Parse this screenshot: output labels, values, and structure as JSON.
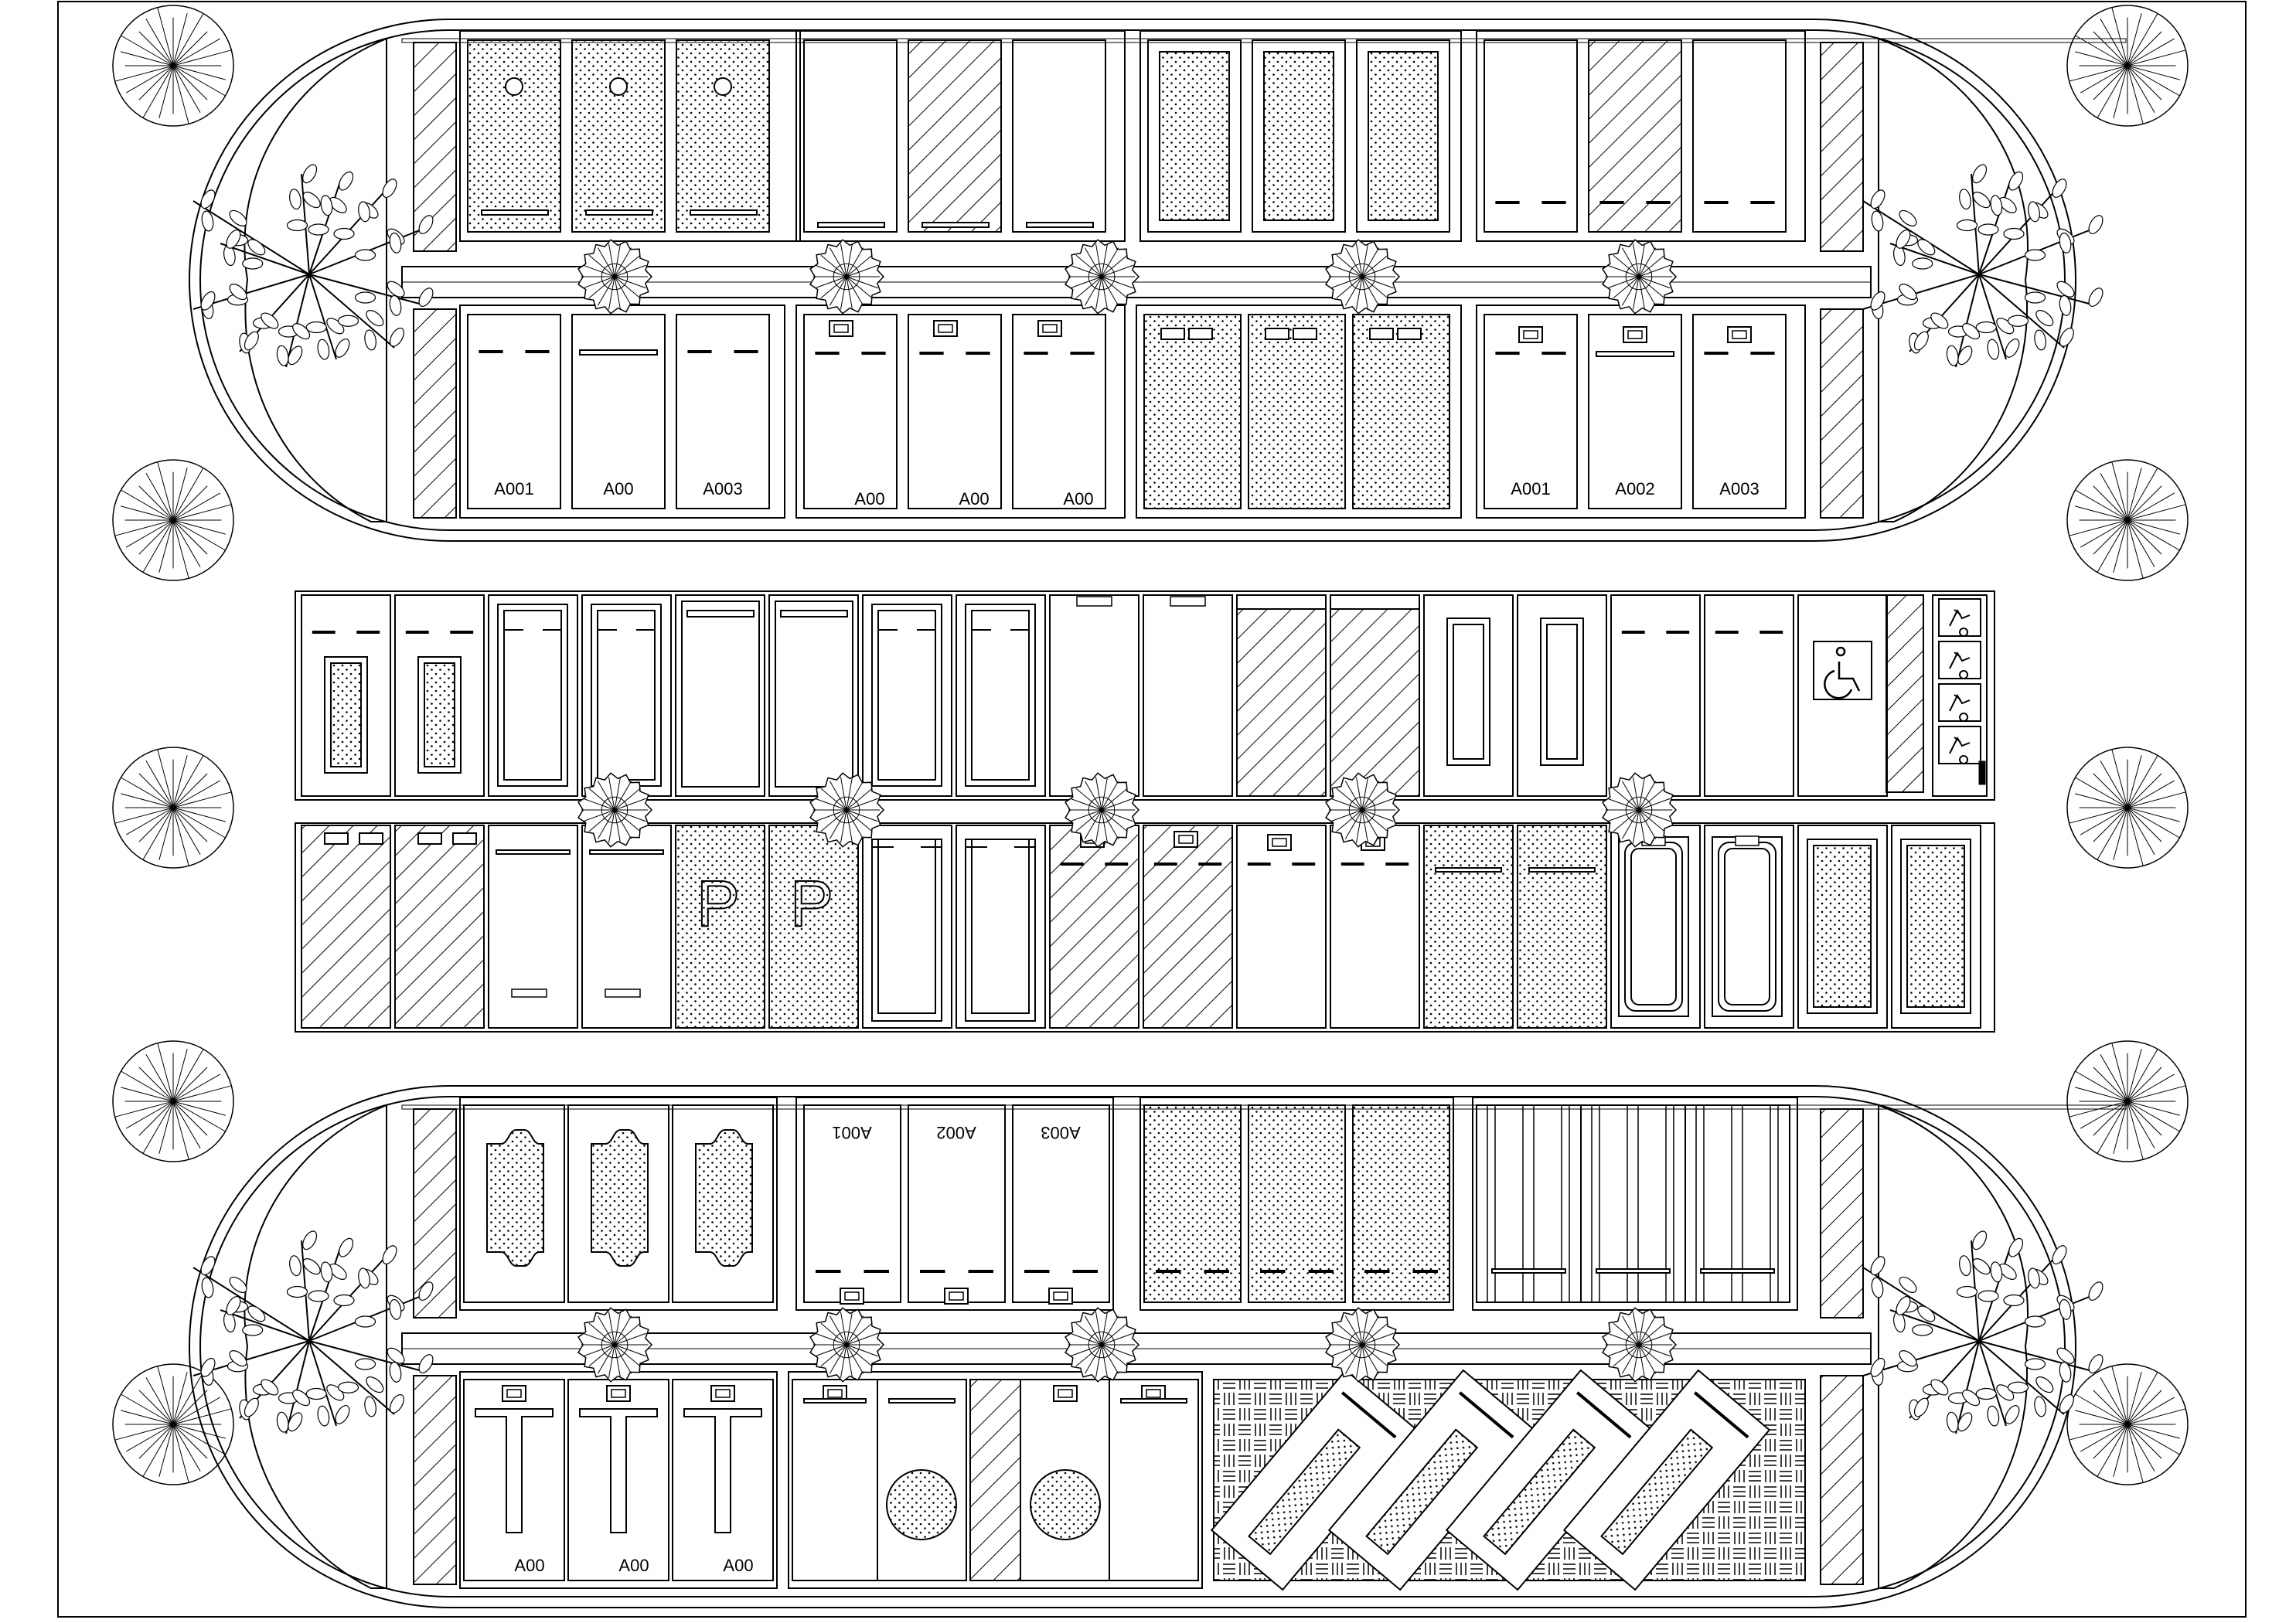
{
  "drawing": {
    "title": "",
    "colors": {
      "line": "#000000",
      "paper": "#ffffff"
    }
  },
  "top_lot": {
    "row2_labels": [
      "A001",
      "A00",
      "A003",
      "A00",
      "A00",
      "A00",
      "A001",
      "A002",
      "A003"
    ]
  },
  "middle_rows": {
    "lower_letters": [
      "P",
      "P"
    ],
    "accessible_icon": "wheelchair-icon",
    "scooter_icon": "motorbike-icon"
  },
  "bottom_lot": {
    "row1_labels_rotated": [
      "A001",
      "A002",
      "A003"
    ],
    "row2_labels": [
      "A00",
      "A00",
      "A00"
    ]
  },
  "vegetation": {
    "tree_icon": "tree-plan-icon",
    "shrub_icon": "shrub-plan-icon"
  }
}
